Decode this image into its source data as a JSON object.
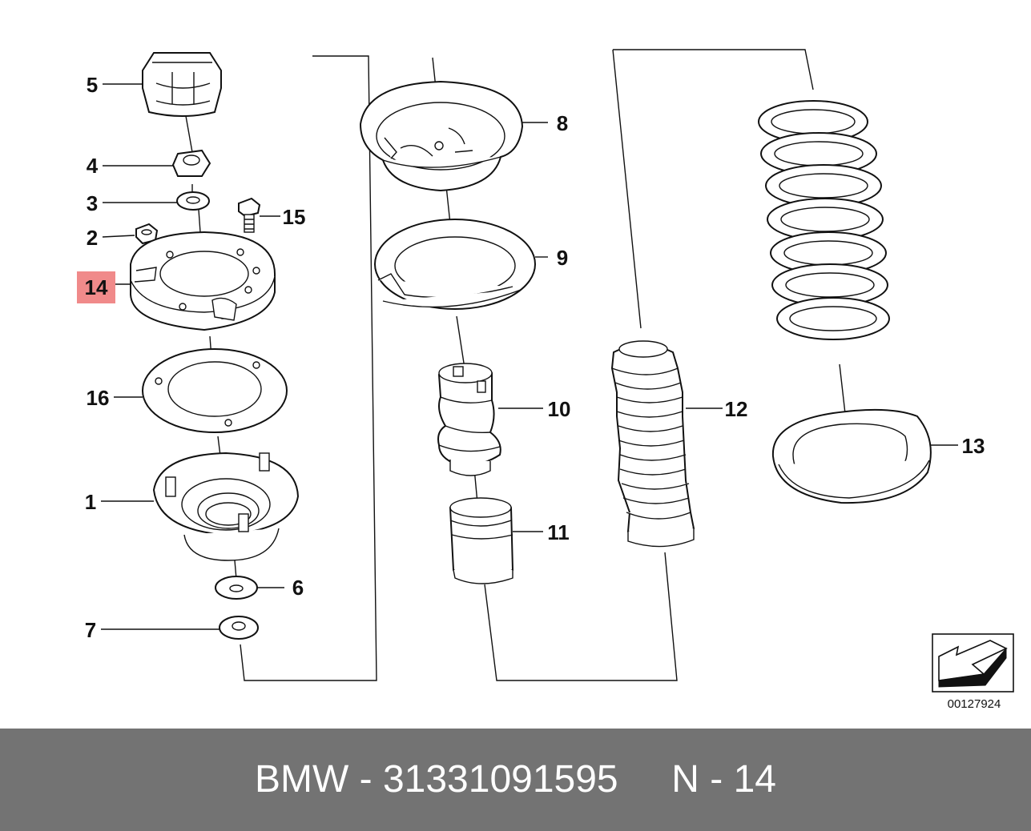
{
  "diagram": {
    "callouts": {
      "p1": "1",
      "p2": "2",
      "p3": "3",
      "p4": "4",
      "p5": "5",
      "p6": "6",
      "p7": "7",
      "p8": "8",
      "p9": "9",
      "p10": "10",
      "p11": "11",
      "p12": "12",
      "p13": "13",
      "p14": "14",
      "p15": "15",
      "p16": "16"
    },
    "highlighted_callout": "14",
    "highlight_color": "#f08a8a",
    "reference_code": "00127924"
  },
  "footer": {
    "text": "BMW - 31331091595     N - 14",
    "background": "#737373"
  }
}
